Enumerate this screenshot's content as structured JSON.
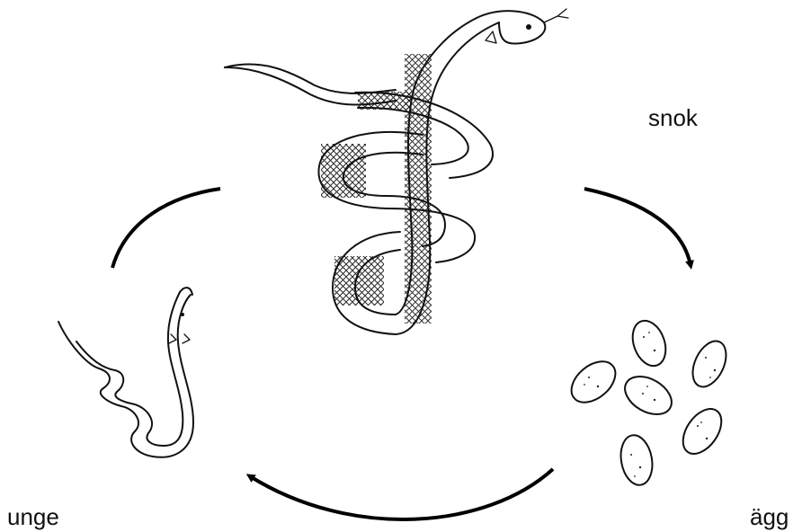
{
  "labels": {
    "adult": "snok",
    "eggs": "ägg",
    "young": "unge"
  },
  "icons": {
    "adult": "adult-snake-icon",
    "eggs": "egg-cluster-icon",
    "young": "young-snake-icon"
  },
  "colors": {
    "ink": "#111111",
    "background": "#ffffff"
  }
}
